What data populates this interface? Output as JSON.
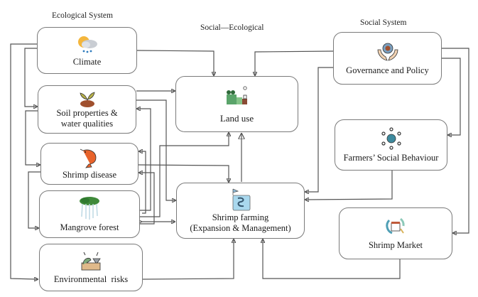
{
  "sections": {
    "ecological": "Ecological  System",
    "social_ecological": "Social—Ecological",
    "social": "Social System"
  },
  "nodes": {
    "climate": {
      "label": "Climate",
      "icon": "weather-sun-cloud-rain-icon"
    },
    "soil": {
      "label": "Soil properties &\nwater qualities",
      "icon": "sprout-soil-icon"
    },
    "shrimp_disease": {
      "label": "Shrimp disease",
      "icon": "shrimp-icon"
    },
    "mangrove": {
      "label": "Mangrove forest",
      "icon": "mangrove-tree-icon"
    },
    "env_risks": {
      "label": "Environmental  risks",
      "icon": "environmental-hazard-icon"
    },
    "land_use": {
      "label": "Land use",
      "icon": "landscape-icon"
    },
    "shrimp_farming": {
      "label": "Shrimp farming\n(Expansion & Management)",
      "icon": "shrimp-pond-icon"
    },
    "governance": {
      "label": "Governance and Policy",
      "icon": "hands-gear-icon"
    },
    "farmers": {
      "label": "Farmers’ Social Behaviour",
      "icon": "people-network-icon"
    },
    "market": {
      "label": "Shrimp Market",
      "icon": "market-store-icon"
    }
  },
  "edges": [
    {
      "from": "climate",
      "to": "land_use"
    },
    {
      "from": "climate",
      "to": "soil"
    },
    {
      "from": "climate",
      "to": "env_risks"
    },
    {
      "from": "soil",
      "to": "land_use"
    },
    {
      "from": "soil",
      "to": "shrimp_disease"
    },
    {
      "from": "soil",
      "to": "shrimp_farming"
    },
    {
      "from": "shrimp_disease",
      "to": "mangrove"
    },
    {
      "from": "shrimp_disease",
      "to": "shrimp_farming"
    },
    {
      "from": "mangrove",
      "to": "land_use"
    },
    {
      "from": "mangrove",
      "to": "soil"
    },
    {
      "from": "mangrove",
      "to": "shrimp_disease"
    },
    {
      "from": "mangrove",
      "to": "shrimp_farming"
    },
    {
      "from": "shrimp_farming",
      "to": "mangrove"
    },
    {
      "from": "shrimp_farming",
      "to": "land_use"
    },
    {
      "from": "env_risks",
      "to": "shrimp_farming"
    },
    {
      "from": "governance",
      "to": "land_use"
    },
    {
      "from": "governance",
      "to": "shrimp_farming"
    },
    {
      "from": "governance",
      "to": "farmers"
    },
    {
      "from": "governance",
      "to": "market"
    },
    {
      "from": "farmers",
      "to": "shrimp_farming"
    },
    {
      "from": "market",
      "to": "shrimp_farming"
    }
  ],
  "colors": {
    "line": "#555555",
    "box_border": "#7a7a7a"
  }
}
